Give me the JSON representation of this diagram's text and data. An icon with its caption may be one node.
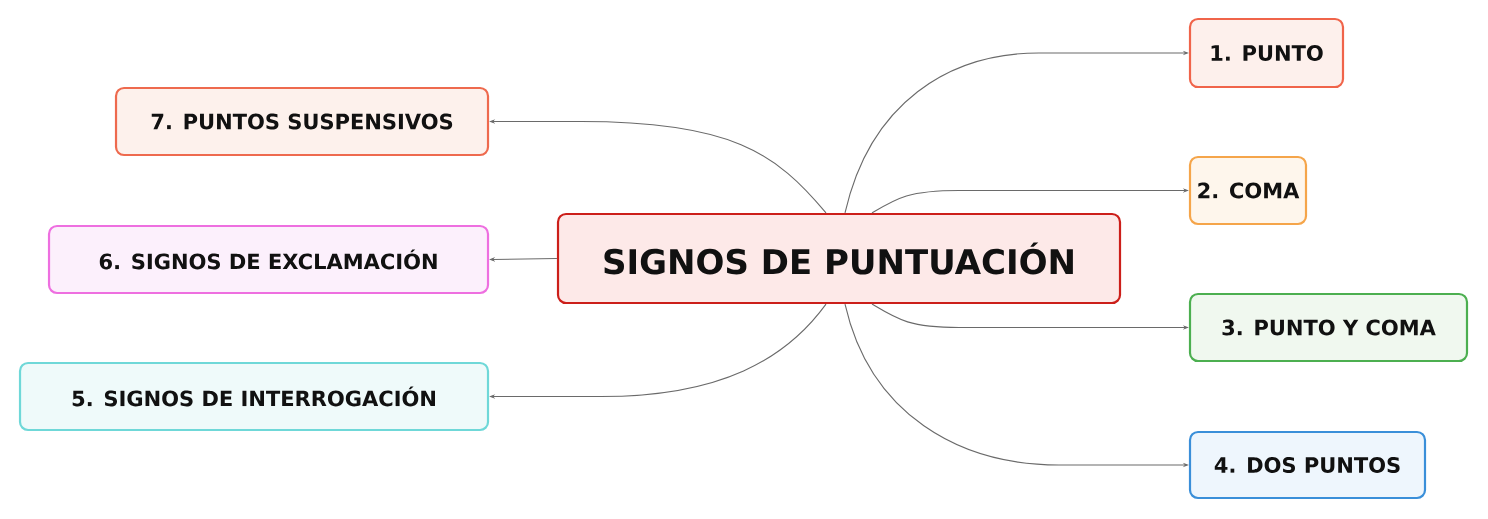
{
  "diagram": {
    "nodes": [
      {
        "text": [
          "SIGNOS DE PUNTUACIÓN"
        ]
      },
      {
        "text": [
          "1. PUNTO"
        ]
      },
      {
        "text": [
          "2. COMA"
        ]
      },
      {
        "text": [
          "3. PUNTO Y COMA"
        ]
      },
      {
        "text": [
          "4. DOS PUNTOS"
        ]
      },
      {
        "text": [
          "5. SIGNOS DE INTERROGACIÓN"
        ]
      },
      {
        "text": [
          "6. SIGNOS DE EXCLAMACIÓN"
        ]
      },
      {
        "text": [
          "7. PUNTOS SUSPENSIVOS"
        ]
      }
    ],
    "edges": [
      {
        "from": 0,
        "to": 1,
        "arrow": "to"
      },
      {
        "from": 0,
        "to": 2,
        "arrow": "to"
      },
      {
        "from": 0,
        "to": 3,
        "arrow": "to"
      },
      {
        "from": 0,
        "to": 4,
        "arrow": "to"
      },
      {
        "from": 0,
        "to": 5,
        "arrow": "to"
      },
      {
        "from": 0,
        "to": 6,
        "arrow": "to"
      },
      {
        "from": 0,
        "to": 7,
        "arrow": "to"
      }
    ]
  }
}
